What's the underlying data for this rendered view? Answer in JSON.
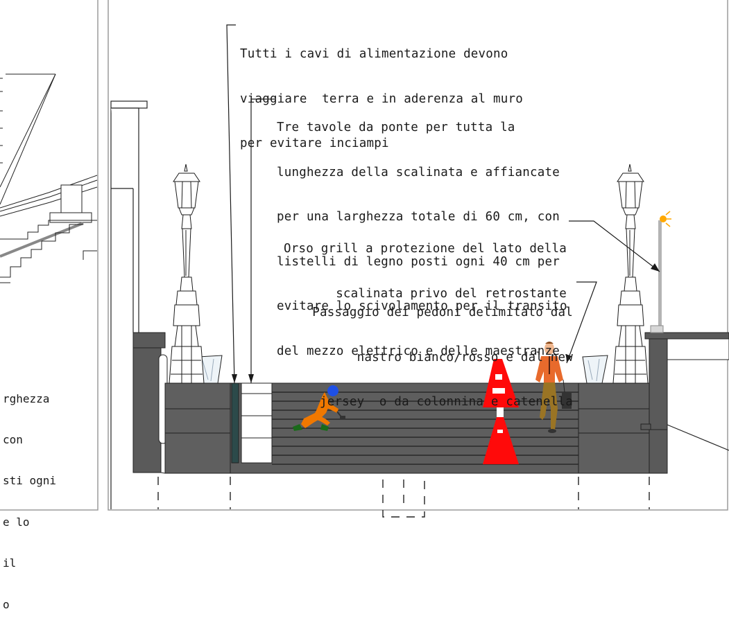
{
  "annotations": {
    "cables": [
      "Tutti i cavi di alimentazione devono",
      "viaggiare  terra e in aderenza al muro",
      "per evitare inciampi"
    ],
    "planks": [
      "Tre tavole da ponte per tutta la",
      "lunghezza della scalinata e affiancate",
      "per una larghezza totale di 60 cm, con",
      "listelli di legno posti ogni 40 cm per",
      "evitare lo scivolamento per il transito",
      "del mezzo elettrico e delle maestranze"
    ],
    "orso_grill": [
      "Orso grill a protezione del lato della",
      "scalinata privo del retrostante"
    ],
    "pedestrians": [
      "Passaggio dei pedoni delimitato dal",
      "nastro bianco/rosso e dal new",
      "jersey  o da colonnina e catenella"
    ]
  },
  "left_panel_fragments": [
    "rghezza",
    "con",
    "sti ogni",
    "e lo",
    "il",
    "o"
  ],
  "colors": {
    "stair_dark": "#5a5a5a",
    "stair_line": "#222222",
    "cone_red": "#ff0a0a",
    "worker_orange": "#f07800",
    "worker_helmet": "#1e50e6",
    "man_shirt": "#e86a2c",
    "man_trousers": "#9a7424",
    "beacon": "#ffa800"
  },
  "icons": [
    "street-lamp-icon",
    "worker-icon",
    "walking-man-icon",
    "traffic-cone-icon",
    "beacon-light-icon",
    "planter-icon"
  ]
}
